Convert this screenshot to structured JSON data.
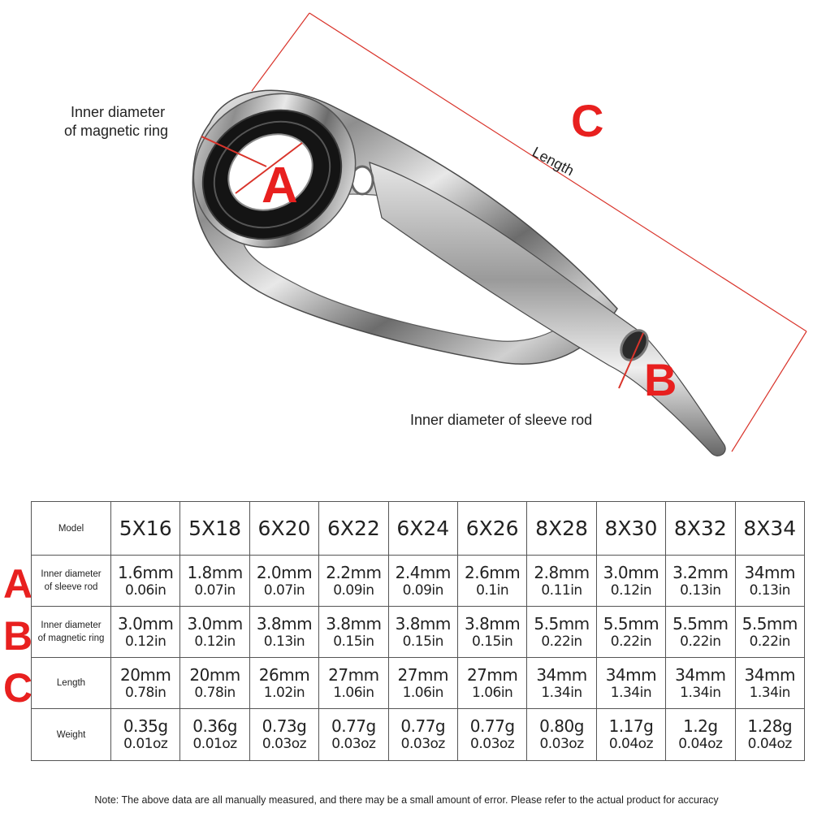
{
  "diagram": {
    "label_inner_ring_line1": "Inner diameter",
    "label_inner_ring_line2": "of magnetic ring",
    "label_sleeve": "Inner diameter of sleeve rod",
    "label_length": "Length",
    "marker_a": "A",
    "marker_b": "B",
    "marker_c": "C"
  },
  "table": {
    "header_label": "Model",
    "models": [
      "5X16",
      "5X18",
      "6X20",
      "6X22",
      "6X24",
      "6X26",
      "8X28",
      "8X30",
      "8X32",
      "8X34"
    ],
    "rows": [
      {
        "marker": "A",
        "label_line1": "Inner diameter",
        "label_line2": "of sleeve rod",
        "metric": [
          "1.6mm",
          "1.8mm",
          "2.0mm",
          "2.2mm",
          "2.4mm",
          "2.6mm",
          "2.8mm",
          "3.0mm",
          "3.2mm",
          "34mm"
        ],
        "imperial": [
          "0.06in",
          "0.07in",
          "0.07in",
          "0.09in",
          "0.09in",
          "0.1in",
          "0.11in",
          "0.12in",
          "0.13in",
          "0.13in"
        ]
      },
      {
        "marker": "B",
        "label_line1": "Inner diameter",
        "label_line2": "of magnetic ring",
        "metric": [
          "3.0mm",
          "3.0mm",
          "3.8mm",
          "3.8mm",
          "3.8mm",
          "3.8mm",
          "5.5mm",
          "5.5mm",
          "5.5mm",
          "5.5mm"
        ],
        "imperial": [
          "0.12in",
          "0.12in",
          "0.13in",
          "0.15in",
          "0.15in",
          "0.15in",
          "0.22in",
          "0.22in",
          "0.22in",
          "0.22in"
        ]
      },
      {
        "marker": "C",
        "label_line1": "Length",
        "label_line2": "",
        "metric": [
          "20mm",
          "20mm",
          "26mm",
          "27mm",
          "27mm",
          "27mm",
          "34mm",
          "34mm",
          "34mm",
          "34mm"
        ],
        "imperial": [
          "0.78in",
          "0.78in",
          "1.02in",
          "1.06in",
          "1.06in",
          "1.06in",
          "1.34in",
          "1.34in",
          "1.34in",
          "1.34in"
        ]
      },
      {
        "marker": "",
        "label_line1": "Weight",
        "label_line2": "",
        "metric": [
          "0.35g",
          "0.36g",
          "0.73g",
          "0.77g",
          "0.77g",
          "0.77g",
          "0.80g",
          "1.17g",
          "1.2g",
          "1.28g"
        ],
        "imperial": [
          "0.01oz",
          "0.01oz",
          "0.03oz",
          "0.03oz",
          "0.03oz",
          "0.03oz",
          "0.03oz",
          "0.04oz",
          "0.04oz",
          "0.04oz"
        ]
      }
    ]
  },
  "note": "Note: The above data are all manually measured, and there may be a small amount of error. Please refer to the actual product for accuracy",
  "colors": {
    "accent_red": "#e8201f",
    "dimension_line": "#d9342b",
    "border": "#555555"
  }
}
